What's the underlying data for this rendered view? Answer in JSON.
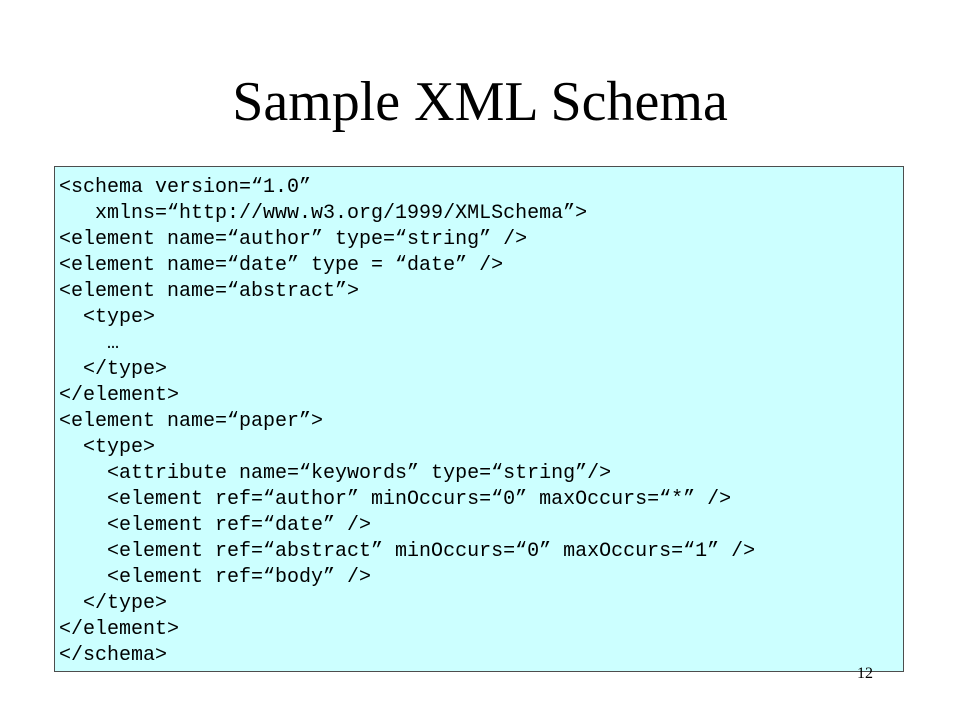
{
  "title": "Sample XML Schema",
  "code_lines": [
    "<schema version=“1.0”",
    "   xmlns=“http://www.w3.org/1999/XMLSchema”>",
    "<element name=“author” type=“string” />",
    "<element name=“date” type = “date” />",
    "<element name=“abstract”>",
    "  <type>",
    "    …",
    "  </type>",
    "</element>",
    "<element name=“paper”>",
    "  <type>",
    "    <attribute name=“keywords” type=“string”/>",
    "    <element ref=“author” minOccurs=“0” maxOccurs=“*” />",
    "    <element ref=“date” />",
    "    <element ref=“abstract” minOccurs=“0” maxOccurs=“1” />",
    "    <element ref=“body” />",
    "  </type>",
    "</element>",
    "</schema>"
  ],
  "page_number": "12",
  "colors": {
    "code_background": "#ccffff",
    "code_border": "#4d4d4d"
  }
}
